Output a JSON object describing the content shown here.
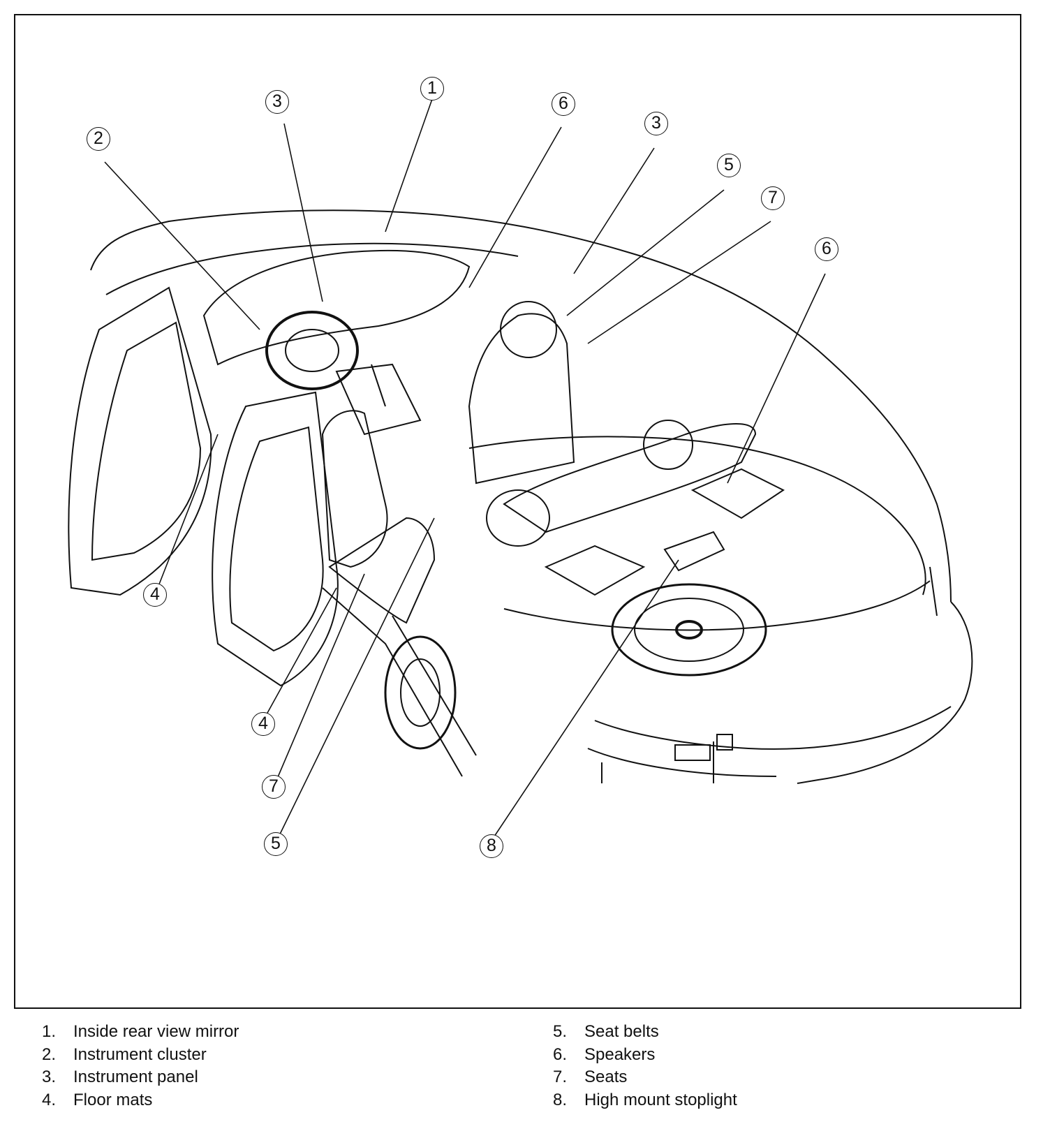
{
  "callouts": [
    {
      "num": "1"
    },
    {
      "num": "3"
    },
    {
      "num": "6"
    },
    {
      "num": "2"
    },
    {
      "num": "3"
    },
    {
      "num": "5"
    },
    {
      "num": "7"
    },
    {
      "num": "6"
    },
    {
      "num": "4"
    },
    {
      "num": "4"
    },
    {
      "num": "7"
    },
    {
      "num": "5"
    },
    {
      "num": "8"
    }
  ],
  "legend": [
    {
      "num": "1.",
      "label": "Inside rear view mirror"
    },
    {
      "num": "2.",
      "label": "Instrument cluster"
    },
    {
      "num": "3.",
      "label": "Instrument panel"
    },
    {
      "num": "4.",
      "label": "Floor mats"
    },
    {
      "num": "5.",
      "label": "Seat belts"
    },
    {
      "num": "6.",
      "label": "Speakers"
    },
    {
      "num": "7.",
      "label": "Seats"
    },
    {
      "num": "8.",
      "label": "High mount stoplight"
    }
  ]
}
